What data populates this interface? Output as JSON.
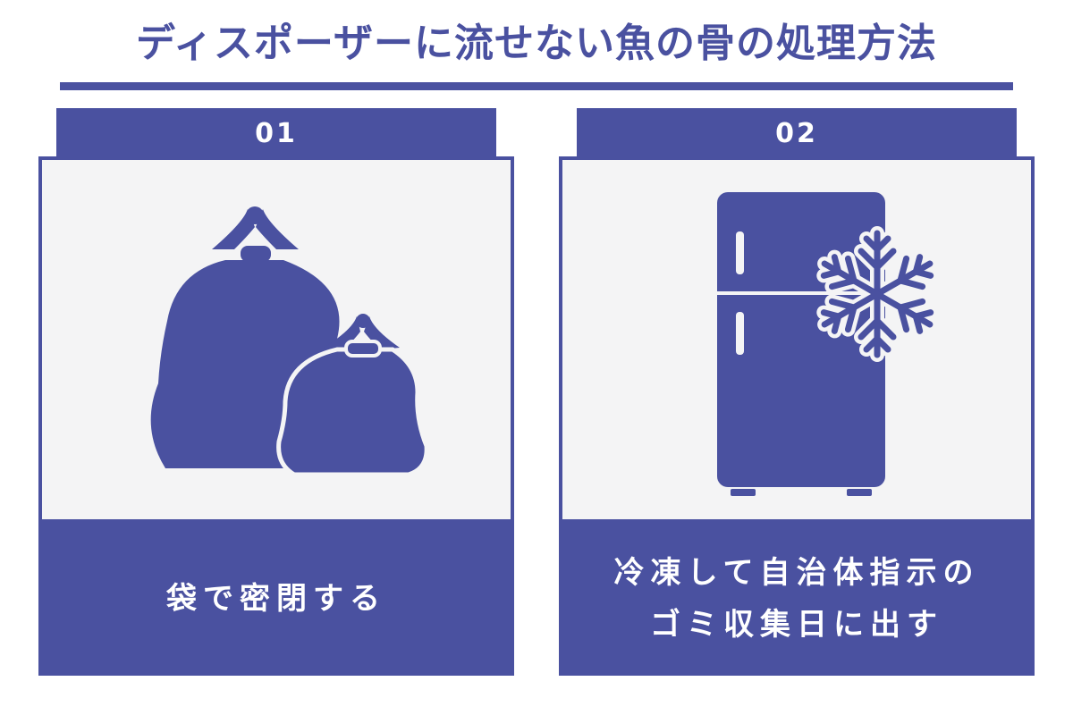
{
  "title": "ディスポーザーに流せない魚の骨の処理方法",
  "colors": {
    "primary": "#4a51a0",
    "panel_bg": "#f4f4f5",
    "text_on_primary": "#ffffff"
  },
  "cards": [
    {
      "number": "01",
      "icon": "garbage-bags-icon",
      "caption_lines": [
        "袋で密閉する"
      ]
    },
    {
      "number": "02",
      "icon": "freezer-snowflake-icon",
      "caption_lines": [
        "冷凍して自治体指示の",
        "ゴミ収集日に出す"
      ]
    }
  ]
}
